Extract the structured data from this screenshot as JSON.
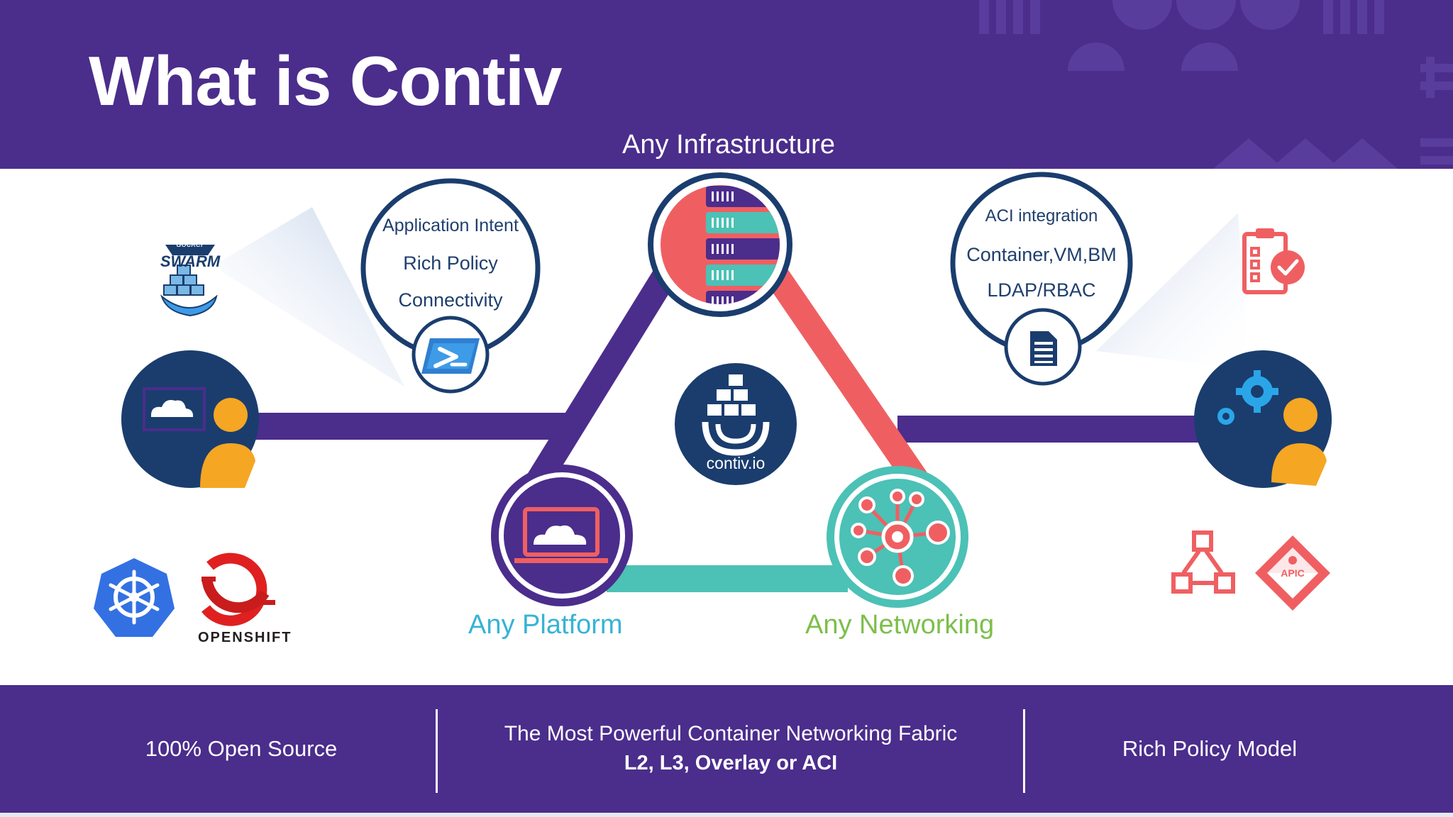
{
  "slide": {
    "title": "What is Contiv",
    "top_label": "Any Infrastructure"
  },
  "left_bubble": {
    "lines": [
      "Application Intent",
      "Rich Policy",
      "Connectivity"
    ]
  },
  "right_bubble": {
    "lines": [
      "ACI integration",
      "Container,VM,BM",
      "LDAP/RBAC"
    ]
  },
  "center_logo": {
    "text": "contiv.io"
  },
  "platform": {
    "label": "Any Platform"
  },
  "networking": {
    "label": "Any Networking"
  },
  "logos": {
    "docker_swarm_top": "docker",
    "docker_swarm_main": "SWARM",
    "openshift": "OPENSHIFT",
    "apic": "APIC"
  },
  "footer": {
    "left": "100% Open Source",
    "center_line1": "The Most Powerful Container Networking Fabric",
    "center_line2": "L2, L3, Overlay or ACI",
    "right": "Rich Policy Model"
  },
  "colors": {
    "purple": "#4b2d8c",
    "purple_dark": "#3d2580",
    "navy": "#1a3d6e",
    "coral": "#ef5f62",
    "teal": "#4cc1b6",
    "orange": "#f5a623",
    "platform_label": "#37b3d6",
    "networking_label": "#7cbf4a"
  }
}
